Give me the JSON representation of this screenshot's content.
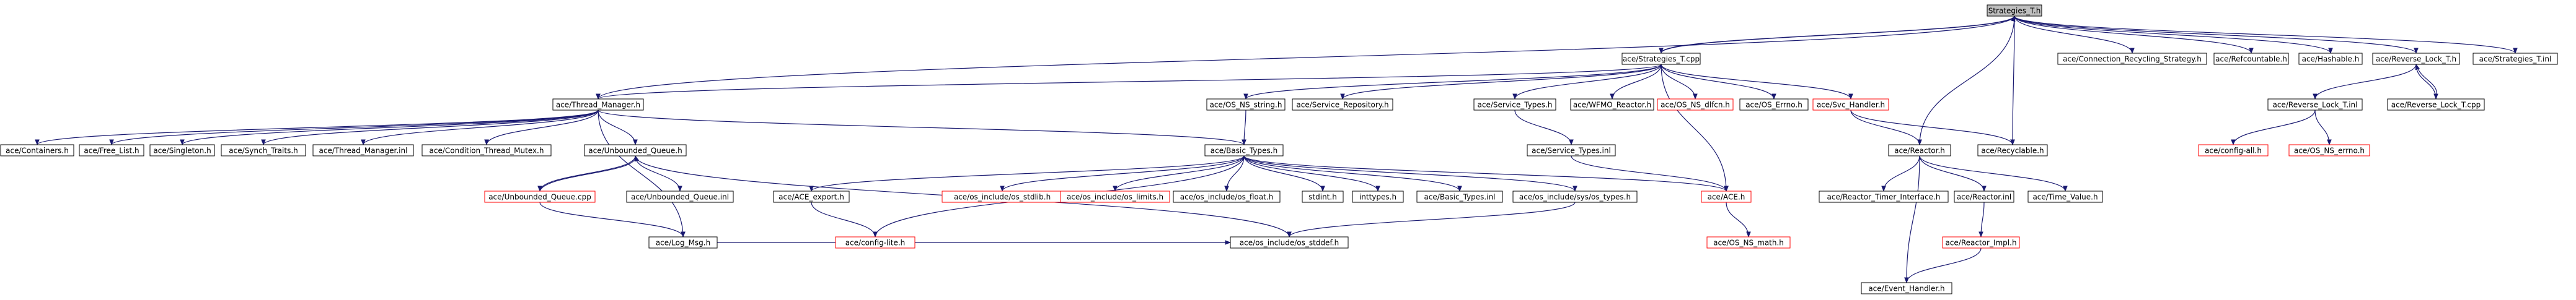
{
  "graph": {
    "colors": {
      "edge": "#191970",
      "root_fill": "#bfbfbf",
      "node_fill": "#ffffff",
      "node_border": "#000000",
      "missing_border": "#ff0000",
      "text": "#000000"
    },
    "nodes": [
      {
        "id": "strategies_t_h",
        "label": "Strategies_T.h",
        "kind": "root"
      },
      {
        "id": "strategies_t_cpp",
        "label": "ace/Strategies_T.cpp",
        "kind": "normal"
      },
      {
        "id": "conn_recycling",
        "label": "ace/Connection_Recycling_Strategy.h",
        "kind": "normal"
      },
      {
        "id": "refcountable",
        "label": "ace/Refcountable.h",
        "kind": "normal"
      },
      {
        "id": "hashable",
        "label": "ace/Hashable.h",
        "kind": "normal"
      },
      {
        "id": "reverse_lock_t_h",
        "label": "ace/Reverse_Lock_T.h",
        "kind": "normal"
      },
      {
        "id": "strategies_t_inl",
        "label": "ace/Strategies_T.inl",
        "kind": "normal"
      },
      {
        "id": "thread_manager_h",
        "label": "ace/Thread_Manager.h",
        "kind": "normal"
      },
      {
        "id": "os_ns_string_h",
        "label": "ace/OS_NS_string.h",
        "kind": "normal"
      },
      {
        "id": "service_repository",
        "label": "ace/Service_Repository.h",
        "kind": "normal"
      },
      {
        "id": "service_types_h",
        "label": "ace/Service_Types.h",
        "kind": "normal"
      },
      {
        "id": "wfmo_reactor",
        "label": "ace/WFMO_Reactor.h",
        "kind": "normal"
      },
      {
        "id": "os_ns_dlfcn",
        "label": "ace/OS_NS_dlfcn.h",
        "kind": "missing"
      },
      {
        "id": "os_errno",
        "label": "ace/OS_Errno.h",
        "kind": "normal"
      },
      {
        "id": "svc_handler",
        "label": "ace/Svc_Handler.h",
        "kind": "missing"
      },
      {
        "id": "reverse_lock_t_inl",
        "label": "ace/Reverse_Lock_T.inl",
        "kind": "normal"
      },
      {
        "id": "reverse_lock_t_cpp",
        "label": "ace/Reverse_Lock_T.cpp",
        "kind": "normal"
      },
      {
        "id": "containers",
        "label": "ace/Containers.h",
        "kind": "normal"
      },
      {
        "id": "free_list",
        "label": "ace/Free_List.h",
        "kind": "normal"
      },
      {
        "id": "singleton",
        "label": "ace/Singleton.h",
        "kind": "normal"
      },
      {
        "id": "synch_traits",
        "label": "ace/Synch_Traits.h",
        "kind": "normal"
      },
      {
        "id": "thread_manager_inl",
        "label": "ace/Thread_Manager.inl",
        "kind": "normal"
      },
      {
        "id": "condition_thread_mutex",
        "label": "ace/Condition_Thread_Mutex.h",
        "kind": "normal"
      },
      {
        "id": "unbounded_queue_h",
        "label": "ace/Unbounded_Queue.h",
        "kind": "normal"
      },
      {
        "id": "basic_types_h",
        "label": "ace/Basic_Types.h",
        "kind": "normal"
      },
      {
        "id": "service_types_inl",
        "label": "ace/Service_Types.inl",
        "kind": "normal"
      },
      {
        "id": "reactor_h",
        "label": "ace/Reactor.h",
        "kind": "normal"
      },
      {
        "id": "recyclable_h",
        "label": "ace/Recyclable.h",
        "kind": "normal"
      },
      {
        "id": "config_all",
        "label": "ace/config-all.h",
        "kind": "missing"
      },
      {
        "id": "os_ns_errno",
        "label": "ace/OS_NS_errno.h",
        "kind": "missing"
      },
      {
        "id": "unbounded_queue_cpp",
        "label": "ace/Unbounded_Queue.cpp",
        "kind": "missing"
      },
      {
        "id": "unbounded_queue_inl",
        "label": "ace/Unbounded_Queue.inl",
        "kind": "normal"
      },
      {
        "id": "ace_export",
        "label": "ace/ACE_export.h",
        "kind": "normal"
      },
      {
        "id": "os_stdlib",
        "label": "ace/os_include/os_stdlib.h",
        "kind": "missing"
      },
      {
        "id": "os_limits",
        "label": "ace/os_include/os_limits.h",
        "kind": "missing"
      },
      {
        "id": "os_float",
        "label": "ace/os_include/os_float.h",
        "kind": "normal"
      },
      {
        "id": "stdint",
        "label": "stdint.h",
        "kind": "normal"
      },
      {
        "id": "inttypes",
        "label": "inttypes.h",
        "kind": "normal"
      },
      {
        "id": "basic_types_inl",
        "label": "ace/Basic_Types.inl",
        "kind": "normal"
      },
      {
        "id": "sys_os_types",
        "label": "ace/os_include/sys/os_types.h",
        "kind": "normal"
      },
      {
        "id": "ace_h",
        "label": "ace/ACE.h",
        "kind": "missing"
      },
      {
        "id": "reactor_timer_interface",
        "label": "ace/Reactor_Timer_Interface.h",
        "kind": "normal"
      },
      {
        "id": "reactor_inl",
        "label": "ace/Reactor.inl",
        "kind": "normal"
      },
      {
        "id": "time_value",
        "label": "ace/Time_Value.h",
        "kind": "normal"
      },
      {
        "id": "log_msg",
        "label": "ace/Log_Msg.h",
        "kind": "normal"
      },
      {
        "id": "config_lite",
        "label": "ace/config-lite.h",
        "kind": "missing"
      },
      {
        "id": "os_stddef",
        "label": "ace/os_include/os_stddef.h",
        "kind": "normal"
      },
      {
        "id": "os_ns_math",
        "label": "ace/OS_NS_math.h",
        "kind": "missing"
      },
      {
        "id": "reactor_impl",
        "label": "ace/Reactor_Impl.h",
        "kind": "missing"
      },
      {
        "id": "event_handler",
        "label": "ace/Event_Handler.h",
        "kind": "normal"
      }
    ],
    "edges": [
      [
        "strategies_t_h",
        "strategies_t_cpp"
      ],
      [
        "strategies_t_cpp",
        "strategies_t_h"
      ],
      [
        "strategies_t_h",
        "conn_recycling"
      ],
      [
        "strategies_t_h",
        "refcountable"
      ],
      [
        "strategies_t_h",
        "hashable"
      ],
      [
        "strategies_t_h",
        "reverse_lock_t_h"
      ],
      [
        "strategies_t_h",
        "strategies_t_inl"
      ],
      [
        "strategies_t_h",
        "thread_manager_h"
      ],
      [
        "strategies_t_h",
        "reactor_h"
      ],
      [
        "strategies_t_h",
        "recyclable_h"
      ],
      [
        "strategies_t_cpp",
        "thread_manager_h"
      ],
      [
        "strategies_t_cpp",
        "os_ns_string_h"
      ],
      [
        "strategies_t_cpp",
        "service_repository"
      ],
      [
        "strategies_t_cpp",
        "service_types_h"
      ],
      [
        "strategies_t_cpp",
        "wfmo_reactor"
      ],
      [
        "strategies_t_cpp",
        "os_ns_dlfcn"
      ],
      [
        "strategies_t_cpp",
        "os_errno"
      ],
      [
        "strategies_t_cpp",
        "svc_handler"
      ],
      [
        "strategies_t_cpp",
        "ace_h"
      ],
      [
        "reverse_lock_t_h",
        "reverse_lock_t_inl"
      ],
      [
        "reverse_lock_t_h",
        "reverse_lock_t_cpp"
      ],
      [
        "reverse_lock_t_cpp",
        "reverse_lock_t_h"
      ],
      [
        "reverse_lock_t_inl",
        "config_all"
      ],
      [
        "reverse_lock_t_inl",
        "os_ns_errno"
      ],
      [
        "svc_handler",
        "reactor_h"
      ],
      [
        "svc_handler",
        "recyclable_h"
      ],
      [
        "reactor_h",
        "reactor_timer_interface"
      ],
      [
        "reactor_h",
        "reactor_inl"
      ],
      [
        "reactor_h",
        "time_value"
      ],
      [
        "reactor_h",
        "event_handler"
      ],
      [
        "reactor_inl",
        "reactor_impl"
      ],
      [
        "reactor_impl",
        "event_handler"
      ],
      [
        "thread_manager_h",
        "containers"
      ],
      [
        "thread_manager_h",
        "free_list"
      ],
      [
        "thread_manager_h",
        "singleton"
      ],
      [
        "thread_manager_h",
        "synch_traits"
      ],
      [
        "thread_manager_h",
        "thread_manager_inl"
      ],
      [
        "thread_manager_h",
        "condition_thread_mutex"
      ],
      [
        "thread_manager_h",
        "unbounded_queue_h"
      ],
      [
        "thread_manager_h",
        "basic_types_h"
      ],
      [
        "thread_manager_h",
        "log_msg"
      ],
      [
        "unbounded_queue_h",
        "unbounded_queue_cpp"
      ],
      [
        "unbounded_queue_cpp",
        "unbounded_queue_h"
      ],
      [
        "unbounded_queue_h",
        "unbounded_queue_inl"
      ],
      [
        "unbounded_queue_h",
        "os_stddef"
      ],
      [
        "unbounded_queue_cpp",
        "log_msg"
      ],
      [
        "os_ns_string_h",
        "basic_types_h"
      ],
      [
        "service_types_h",
        "service_types_inl"
      ],
      [
        "service_types_inl",
        "ace_h"
      ],
      [
        "basic_types_h",
        "ace_export"
      ],
      [
        "basic_types_h",
        "os_stdlib"
      ],
      [
        "basic_types_h",
        "os_limits"
      ],
      [
        "basic_types_h",
        "os_float"
      ],
      [
        "basic_types_h",
        "stdint"
      ],
      [
        "basic_types_h",
        "inttypes"
      ],
      [
        "basic_types_h",
        "basic_types_inl"
      ],
      [
        "basic_types_h",
        "sys_os_types"
      ],
      [
        "basic_types_h",
        "config_lite"
      ],
      [
        "basic_types_h",
        "ace_h"
      ],
      [
        "ace_export",
        "config_lite"
      ],
      [
        "sys_os_types",
        "os_stddef"
      ],
      [
        "ace_h",
        "os_ns_math"
      ],
      [
        "log_msg",
        "os_stddef"
      ]
    ]
  }
}
